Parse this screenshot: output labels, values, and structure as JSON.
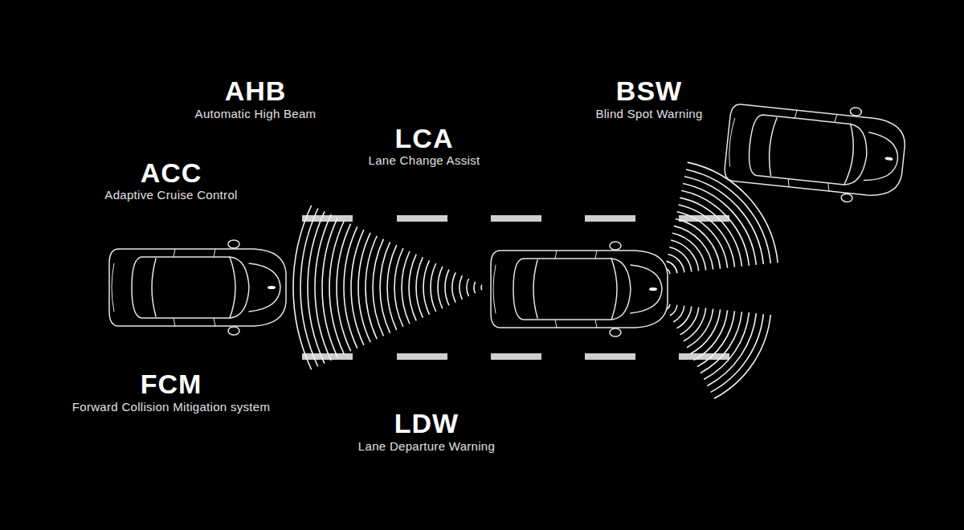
{
  "diagram": {
    "labels": [
      "AHB",
      "Automatic High Beam",
      "LCA",
      "Lane Change Assist",
      "BSW",
      "Blind Spot Warning",
      "ACC",
      "Adaptive Cruise Control",
      "FCM",
      "Forward Collision Mitigation system",
      "LDW",
      "Lane Departure Warning"
    ]
  }
}
